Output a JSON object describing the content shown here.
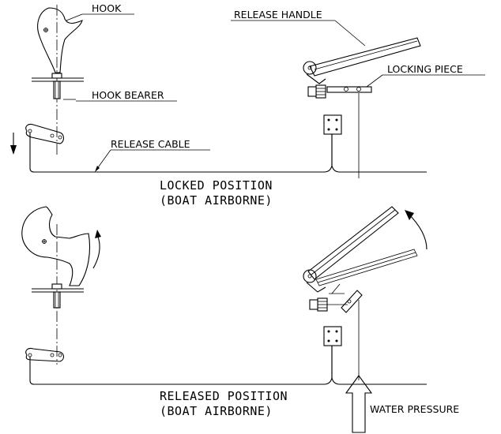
{
  "labels": {
    "hook": "HOOK",
    "release_handle": "RELEASE HANDLE",
    "locking_piece": "LOCKING PIECE",
    "hook_bearer": "HOOK BEARER",
    "release_cable": "RELEASE CABLE",
    "water_pressure": "WATER PRESSURE"
  },
  "captions": {
    "locked_line1": "LOCKED POSITION",
    "locked_line2": "(BOAT AIRBORNE)",
    "released_line1": "RELEASED POSITION",
    "released_line2": "(BOAT AIRBORNE)"
  }
}
